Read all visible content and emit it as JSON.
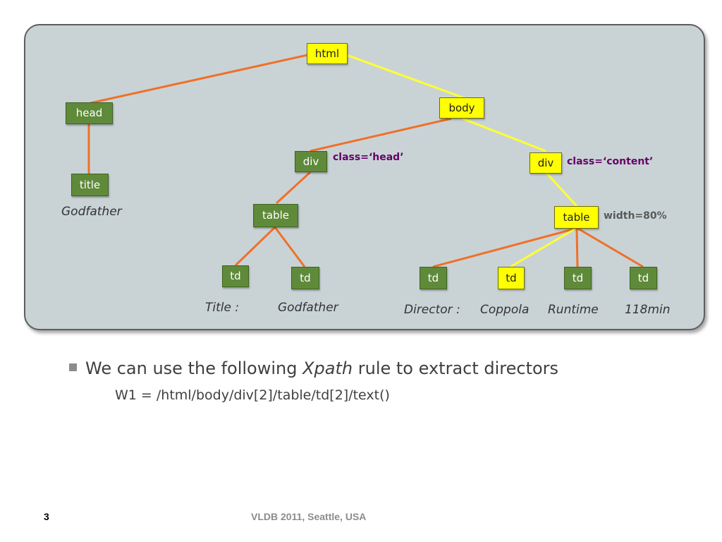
{
  "colors": {
    "orange_edge": "#f07028",
    "yellow_edge": "#ffff33",
    "green_node": "#5f8a3a",
    "yellow_node": "#ffff00",
    "panel": "#c9d3d6"
  },
  "tree": {
    "html": "html",
    "head": "head",
    "title": "title",
    "body": "body",
    "div_head": "div",
    "div_content": "div",
    "table_head": "table",
    "table_content": "table",
    "td": "td"
  },
  "attrs": {
    "div_head_class": "class=‘head’",
    "div_content_class": "class=‘content’",
    "table_width": "width=80%"
  },
  "leaves": {
    "title_text": "Godfather",
    "title_label": "Title :",
    "godfather": "Godfather",
    "director_label": "Director :",
    "coppola": "Coppola",
    "runtime_label": "Runtime",
    "runtime_value": "118min"
  },
  "bullet": {
    "prefix": "We can use the following ",
    "emphasis": "Xpath",
    "suffix": " rule to extract directors"
  },
  "rule": "W1 = /html/body/div[2]/table/td[2]/text()",
  "footer": {
    "page": "3",
    "text": "VLDB 2011, Seattle, USA"
  }
}
